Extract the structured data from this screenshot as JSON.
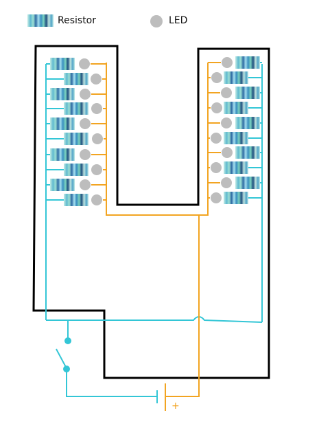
{
  "legend": {
    "resistor_label": "Resistor",
    "led_label": "LED"
  },
  "battery": {
    "polarity_label": "+"
  },
  "colors": {
    "frame": "#000000",
    "cyan_wire": "#33c6d6",
    "orange_wire": "#f2a421",
    "led": "#bdbdbd",
    "resistor_stripes": [
      "#9ee1d4",
      "#4fa3c7",
      "#2d6aa3",
      "#bfe5e0",
      "#3a8fbf",
      "#7ad2c0",
      "#1e4f7f",
      "#a6e0f0"
    ]
  },
  "components": {
    "left_bank_count": 10,
    "right_bank_count": 10
  }
}
